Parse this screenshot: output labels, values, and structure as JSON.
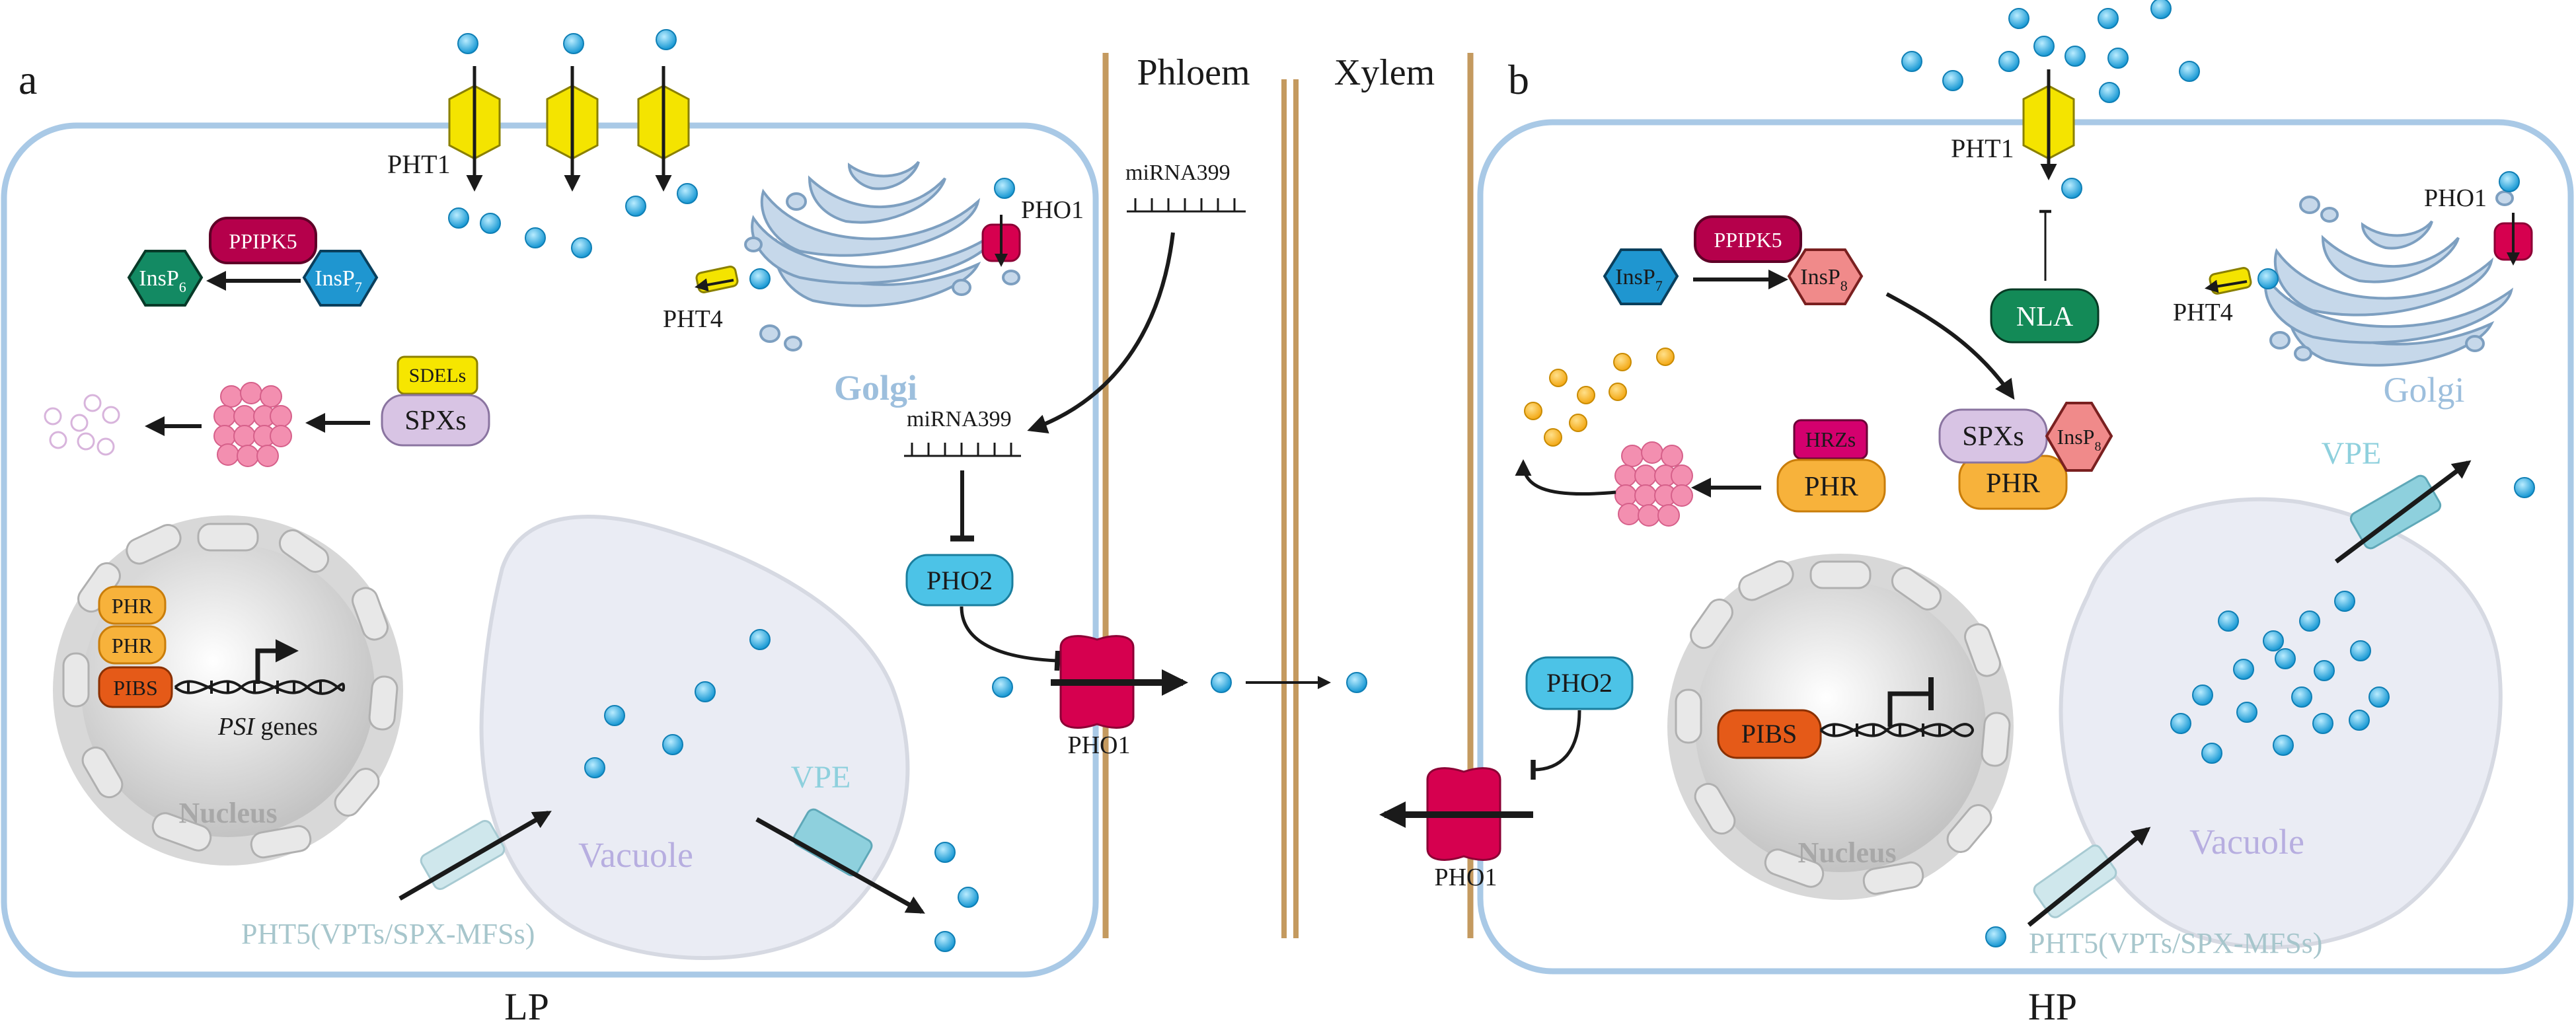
{
  "panels": {
    "a": {
      "letter": "a",
      "caption": "LP"
    },
    "b": {
      "letter": "b",
      "caption": "HP"
    }
  },
  "tissue": {
    "phloem": "Phloem",
    "xylem": "Xylem"
  },
  "left": {
    "pht1": "PHT1",
    "pht4": "PHT4",
    "pho1_golgi": "PHO1",
    "golgi": "Golgi",
    "ppipk5": "PPIPK5",
    "insp6": {
      "base": "InsP",
      "sub": "6"
    },
    "insp7": {
      "base": "InsP",
      "sub": "7"
    },
    "sdels": "SDELs",
    "spxs": "SPXs",
    "mirna_cell": "miRNA399",
    "pho2": "PHO2",
    "pho1_membrane": "PHO1",
    "phr1": "PHR",
    "phr2": "PHR",
    "pibs": "PIBS",
    "psi_italic": "PSI",
    "psi_rest": " genes",
    "nucleus": "Nucleus",
    "vacuole": "Vacuole",
    "vpe": "VPE",
    "pht5": "PHT5(VPTs/SPX-MFSs)"
  },
  "center": {
    "mirna_phloem": "miRNA399"
  },
  "right": {
    "pht1": "PHT1",
    "nla": "NLA",
    "pho1_golgi": "PHO1",
    "pht4": "PHT4",
    "golgi": "Golgi",
    "ppipk5": "PPIPK5",
    "insp7": {
      "base": "InsP",
      "sub": "7"
    },
    "insp8": {
      "base": "InsP",
      "sub": "8"
    },
    "spxs": "SPXs",
    "insp8_complex": {
      "base": "InsP",
      "sub": "8"
    },
    "phr_complex": "PHR",
    "hrzs": "HRZs",
    "phr": "PHR",
    "vpe": "VPE",
    "pho2": "PHO2",
    "pho1_membrane": "PHO1",
    "pibs": "PIBS",
    "nucleus": "Nucleus",
    "vacuole": "Vacuole",
    "pht5": "PHT5(VPTs/SPX-MFSs)"
  },
  "colors": {
    "cell_border": "#a9c9e6",
    "phosphate": "#29a9e0",
    "phosphate_yellow": "#f7b41a",
    "pht1": "#f4e400",
    "pho1": "#d6004f",
    "golgi": "#c6d8ea",
    "golgi_label": "#9dbfdd",
    "ppipk5": "#b5004b",
    "insp7": "#1f96d0",
    "insp6": "#138a63",
    "insp8": "#f08a8a",
    "sdels": "#f6e600",
    "spxs": "#d8c4e4",
    "proteasome": "#f38fb0",
    "phr": "#f7b23b",
    "pibs": "#e55a18",
    "pho2": "#4cc3e7",
    "nla": "#138a57",
    "hrzs": "#d4006e",
    "nucleus": "#cfcfcf",
    "vacuole": "#eaecf4",
    "vpe": "#8ed0dd",
    "vascular": "#c49a5f"
  }
}
